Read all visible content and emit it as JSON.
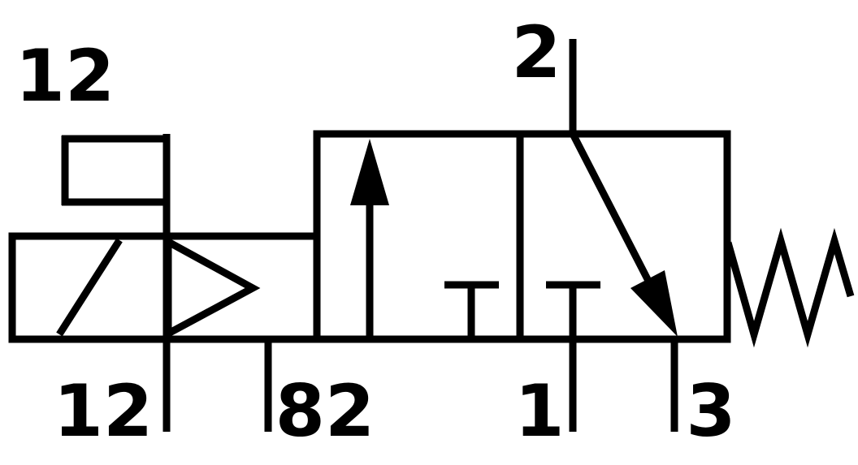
{
  "diagram": {
    "type": "pneumatic-valve-schematic",
    "line_color": "#000000",
    "background_color": "#ffffff",
    "labels": {
      "pilot_top": "12",
      "port_2": "2",
      "port_12": "12",
      "port_82": "82",
      "port_1": "1",
      "port_3": "3"
    }
  }
}
